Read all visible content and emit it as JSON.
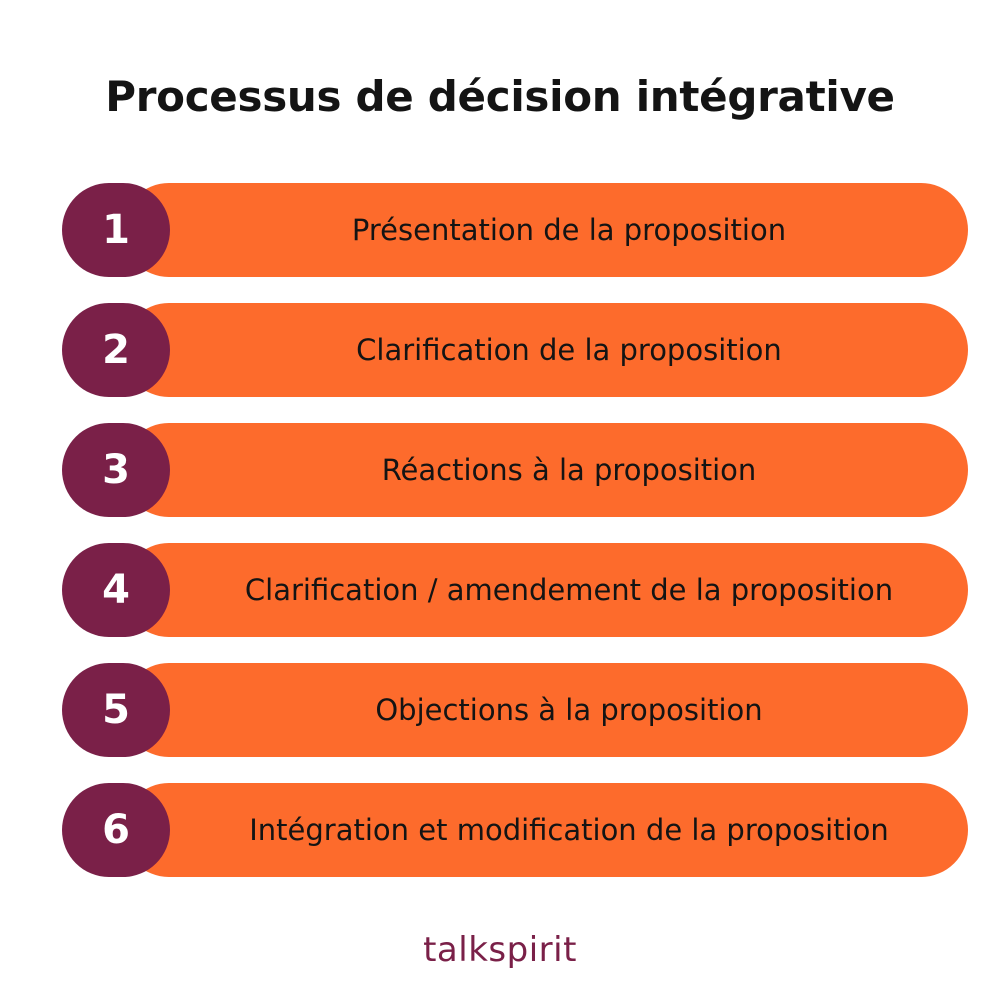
{
  "title": "Processus de décision intégrative",
  "colors": {
    "pill": "#fd6b2c",
    "badge": "#7a2048",
    "text": "#141414"
  },
  "steps": [
    {
      "number": "1",
      "label": "Présentation de la proposition"
    },
    {
      "number": "2",
      "label": "Clarification de la proposition"
    },
    {
      "number": "3",
      "label": "Réactions à la proposition"
    },
    {
      "number": "4",
      "label": "Clarification / amendement de la proposition"
    },
    {
      "number": "5",
      "label": "Objections à la proposition"
    },
    {
      "number": "6",
      "label": "Intégration et modification de la proposition"
    }
  ],
  "logo": "talkspirit"
}
